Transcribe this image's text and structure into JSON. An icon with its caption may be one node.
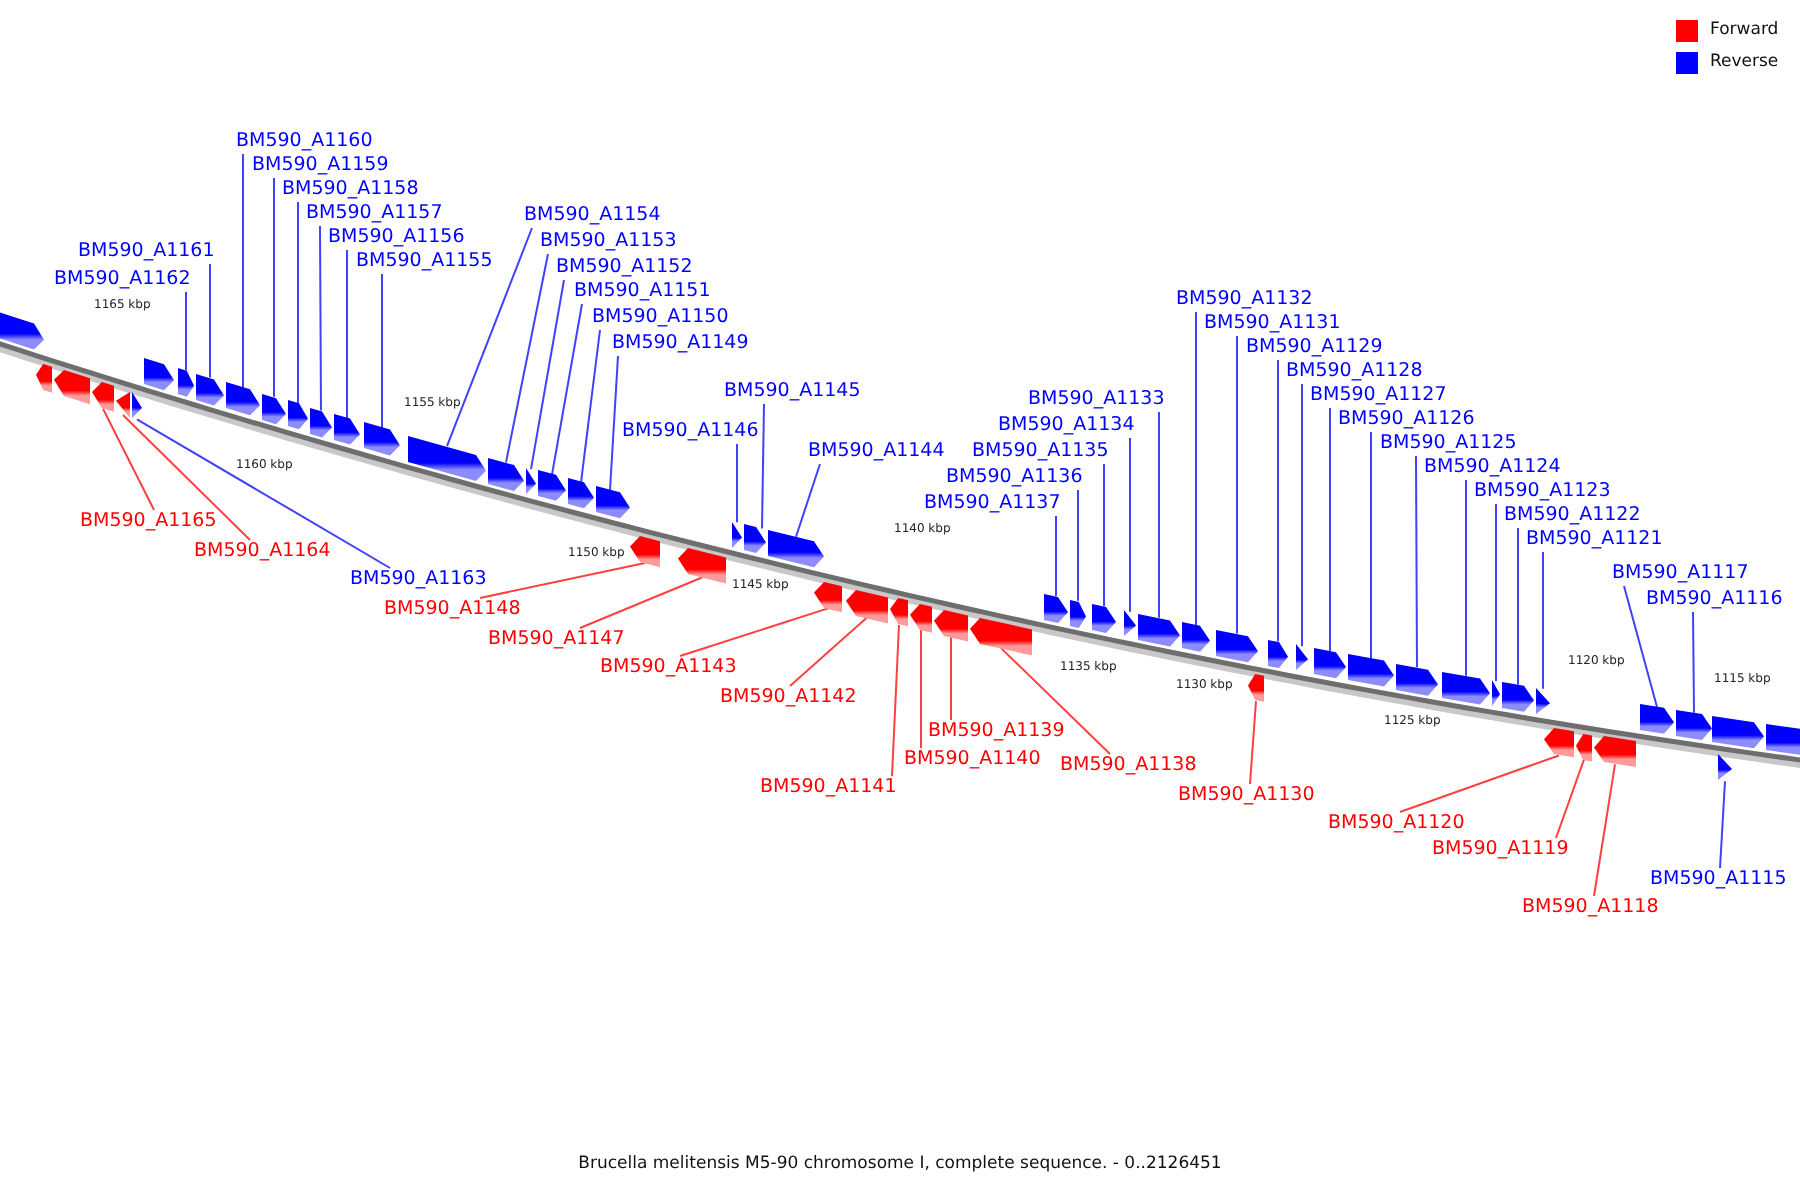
{
  "diagram": {
    "caption": "Brucella melitensis M5-90 chromosome I, complete sequence. - 0..2126451",
    "nodes": [
      {
        "text": [
          "BM590_A1165"
        ]
      },
      {
        "text": [],
        "shape": "arrow"
      },
      {
        "text": [
          "BM590_A1164"
        ]
      },
      {
        "text": [],
        "shape": "arrow"
      },
      {
        "text": [
          "BM590_A1163"
        ]
      },
      {
        "text": [],
        "shape": "arrow"
      },
      {
        "text": [
          "BM590_A1162"
        ]
      },
      {
        "text": [],
        "shape": "arrow"
      },
      {
        "text": [
          "BM590_A1161"
        ]
      },
      {
        "text": [],
        "shape": "arrow"
      },
      {
        "text": [
          "BM590_A1160"
        ]
      },
      {
        "text": [],
        "shape": "arrow"
      },
      {
        "text": [
          "BM590_A1159"
        ]
      },
      {
        "text": [],
        "shape": "arrow"
      },
      {
        "text": [
          "BM590_A1158"
        ]
      },
      {
        "text": [],
        "shape": "arrow"
      },
      {
        "text": [
          "BM590_A1157"
        ]
      },
      {
        "text": [],
        "shape": "arrow"
      },
      {
        "text": [
          "BM590_A1156"
        ]
      },
      {
        "text": [],
        "shape": "arrow"
      },
      {
        "text": [
          "BM590_A1155"
        ]
      },
      {
        "text": [],
        "shape": "arrow"
      },
      {
        "text": [
          "BM590_A1154"
        ]
      },
      {
        "text": [],
        "shape": "arrow"
      },
      {
        "text": [
          "BM590_A1153"
        ]
      },
      {
        "text": [],
        "shape": "arrow"
      },
      {
        "text": [
          "BM590_A1152"
        ]
      },
      {
        "text": [],
        "shape": "arrow"
      },
      {
        "text": [
          "BM590_A1151"
        ]
      },
      {
        "text": [],
        "shape": "arrow"
      },
      {
        "text": [
          "BM590_A1150"
        ]
      },
      {
        "text": [],
        "shape": "arrow"
      },
      {
        "text": [
          "BM590_A1149"
        ]
      },
      {
        "text": [],
        "shape": "arrow"
      },
      {
        "text": [
          "BM590_A1148"
        ]
      },
      {
        "text": [],
        "shape": "arrow"
      },
      {
        "text": [
          "BM590_A1147"
        ]
      },
      {
        "text": [],
        "shape": "arrow"
      },
      {
        "text": [
          "BM590_A1146"
        ]
      },
      {
        "text": [],
        "shape": "arrow"
      },
      {
        "text": [
          "BM590_A1145"
        ]
      },
      {
        "text": [],
        "shape": "arrow"
      },
      {
        "text": [
          "BM590_A1144"
        ]
      },
      {
        "text": [],
        "shape": "arrow"
      },
      {
        "text": [
          "BM590_A1143"
        ]
      },
      {
        "text": [],
        "shape": "arrow"
      },
      {
        "text": [
          "BM590_A1142"
        ]
      },
      {
        "text": [],
        "shape": "arrow"
      },
      {
        "text": [
          "BM590_A1141"
        ]
      },
      {
        "text": [],
        "shape": "arrow"
      },
      {
        "text": [
          "BM590_A1140"
        ]
      },
      {
        "text": [],
        "shape": "arrow"
      },
      {
        "text": [
          "BM590_A1139"
        ]
      },
      {
        "text": [],
        "shape": "arrow"
      },
      {
        "text": [
          "BM590_A1138"
        ]
      },
      {
        "text": [],
        "shape": "arrow"
      },
      {
        "text": [
          "BM590_A1137"
        ]
      },
      {
        "text": [],
        "shape": "arrow"
      },
      {
        "text": [
          "BM590_A1136"
        ]
      },
      {
        "text": [],
        "shape": "arrow"
      },
      {
        "text": [
          "BM590_A1135"
        ]
      },
      {
        "text": [],
        "shape": "arrow"
      },
      {
        "text": [
          "BM590_A1134"
        ]
      },
      {
        "text": [],
        "shape": "arrow"
      },
      {
        "text": [
          "BM590_A1133"
        ]
      },
      {
        "text": [],
        "shape": "arrow"
      },
      {
        "text": [
          "BM590_A1132"
        ]
      },
      {
        "text": [],
        "shape": "arrow"
      },
      {
        "text": [
          "BM590_A1131"
        ]
      },
      {
        "text": [],
        "shape": "arrow"
      },
      {
        "text": [
          "BM590_A1130"
        ]
      },
      {
        "text": [],
        "shape": "arrow"
      },
      {
        "text": [
          "BM590_A1129"
        ]
      },
      {
        "text": [],
        "shape": "arrow"
      },
      {
        "text": [
          "BM590_A1128"
        ]
      },
      {
        "text": [],
        "shape": "arrow"
      },
      {
        "text": [
          "BM590_A1127"
        ]
      },
      {
        "text": [],
        "shape": "arrow"
      },
      {
        "text": [
          "BM590_A1126"
        ]
      },
      {
        "text": [],
        "shape": "arrow"
      },
      {
        "text": [
          "BM590_A1125"
        ]
      },
      {
        "text": [],
        "shape": "arrow"
      },
      {
        "text": [
          "BM590_A1124"
        ]
      },
      {
        "text": [],
        "shape": "arrow"
      },
      {
        "text": [
          "BM590_A1123"
        ]
      },
      {
        "text": [],
        "shape": "arrow"
      },
      {
        "text": [
          "BM590_A1122"
        ]
      },
      {
        "text": [],
        "shape": "arrow"
      },
      {
        "text": [
          "BM590_A1121"
        ]
      },
      {
        "text": [],
        "shape": "arrow"
      },
      {
        "text": [
          "BM590_A1120"
        ]
      },
      {
        "text": [],
        "shape": "arrow"
      },
      {
        "text": [
          "BM590_A1119"
        ]
      },
      {
        "text": [],
        "shape": "arrow"
      },
      {
        "text": [
          "BM590_A1118"
        ]
      },
      {
        "text": [],
        "shape": "arrow"
      },
      {
        "text": [
          "BM590_A1117"
        ]
      },
      {
        "text": [],
        "shape": "arrow"
      },
      {
        "text": [
          "BM590_A1116"
        ]
      },
      {
        "text": [],
        "shape": "arrow"
      },
      {
        "text": [
          "BM590_A1115"
        ]
      },
      {
        "text": [],
        "shape": "arrow"
      },
      {
        "text": [],
        "shape": "arrow"
      },
      {
        "text": [],
        "shape": "arrow"
      },
      {
        "text": [],
        "shape": "arrow"
      },
      {
        "text": [],
        "shape": "arrow"
      },
      {
        "text": [],
        "shape": "arrow"
      },
      {
        "text": [],
        "shape": "arrow"
      }
    ],
    "edges": [
      {
        "from": 0,
        "to": 1,
        "arrow": "none",
        "color": "#ff0000"
      },
      {
        "from": 2,
        "to": 3,
        "arrow": "none",
        "color": "#ff0000"
      },
      {
        "from": 4,
        "to": 5,
        "arrow": "none"
      },
      {
        "from": 6,
        "to": 7,
        "arrow": "none"
      },
      {
        "from": 8,
        "to": 9,
        "arrow": "none"
      },
      {
        "from": 10,
        "to": 11,
        "arrow": "none"
      },
      {
        "from": 12,
        "to": 13,
        "arrow": "none"
      },
      {
        "from": 14,
        "to": 15,
        "arrow": "none"
      },
      {
        "from": 16,
        "to": 17,
        "arrow": "none"
      },
      {
        "from": 18,
        "to": 19,
        "arrow": "none"
      },
      {
        "from": 20,
        "to": 21,
        "arrow": "none"
      },
      {
        "from": 22,
        "to": 23,
        "arrow": "none"
      },
      {
        "from": 24,
        "to": 25,
        "arrow": "none"
      },
      {
        "from": 26,
        "to": 27,
        "arrow": "none"
      },
      {
        "from": 28,
        "to": 29,
        "arrow": "none"
      },
      {
        "from": 30,
        "to": 31,
        "arrow": "none"
      },
      {
        "from": 32,
        "to": 33,
        "arrow": "none"
      },
      {
        "from": 34,
        "to": 35,
        "arrow": "none",
        "color": "#ff0000"
      },
      {
        "from": 36,
        "to": 37,
        "arrow": "none",
        "color": "#ff0000"
      },
      {
        "from": 38,
        "to": 39,
        "arrow": "none"
      },
      {
        "from": 40,
        "to": 41,
        "arrow": "none"
      },
      {
        "from": 42,
        "to": 43,
        "arrow": "none"
      },
      {
        "from": 44,
        "to": 45,
        "arrow": "none",
        "color": "#ff0000"
      },
      {
        "from": 46,
        "to": 47,
        "arrow": "none",
        "color": "#ff0000"
      },
      {
        "from": 48,
        "to": 49,
        "arrow": "none",
        "color": "#ff0000"
      },
      {
        "from": 50,
        "to": 51,
        "arrow": "none",
        "color": "#ff0000"
      },
      {
        "from": 52,
        "to": 53,
        "arrow": "none",
        "color": "#ff0000"
      },
      {
        "from": 54,
        "to": 55,
        "arrow": "none",
        "color": "#ff0000"
      },
      {
        "from": 56,
        "to": 57,
        "arrow": "none"
      },
      {
        "from": 58,
        "to": 59,
        "arrow": "none"
      },
      {
        "from": 60,
        "to": 61,
        "arrow": "none"
      },
      {
        "from": 62,
        "to": 63,
        "arrow": "none"
      },
      {
        "from": 64,
        "to": 65,
        "arrow": "none"
      },
      {
        "from": 66,
        "to": 67,
        "arrow": "none"
      },
      {
        "from": 68,
        "to": 69,
        "arrow": "none"
      },
      {
        "from": 70,
        "to": 71,
        "arrow": "none",
        "color": "#ff0000"
      },
      {
        "from": 72,
        "to": 73,
        "arrow": "none"
      },
      {
        "from": 74,
        "to": 75,
        "arrow": "none"
      },
      {
        "from": 76,
        "to": 77,
        "arrow": "none"
      },
      {
        "from": 78,
        "to": 79,
        "arrow": "none"
      },
      {
        "from": 80,
        "to": 81,
        "arrow": "none"
      },
      {
        "from": 82,
        "to": 83,
        "arrow": "none"
      },
      {
        "from": 84,
        "to": 85,
        "arrow": "none"
      },
      {
        "from": 86,
        "to": 87,
        "arrow": "none"
      },
      {
        "from": 88,
        "to": 89,
        "arrow": "none"
      },
      {
        "from": 90,
        "to": 91,
        "arrow": "none",
        "color": "#ff0000"
      },
      {
        "from": 92,
        "to": 93,
        "arrow": "none",
        "color": "#ff0000"
      },
      {
        "from": 94,
        "to": 95,
        "arrow": "none",
        "color": "#ff0000"
      },
      {
        "from": 96,
        "to": 97,
        "arrow": "none"
      },
      {
        "from": 98,
        "to": 99,
        "arrow": "none"
      },
      {
        "from": 100,
        "to": 101,
        "arrow": "none"
      }
    ],
    "labels": [
      "1165 kbp",
      "1160 kbp",
      "1155 kbp",
      "1150 kbp",
      "1145 kbp",
      "1140 kbp",
      "1135 kbp",
      "1130 kbp",
      "1125 kbp",
      "1120 kbp",
      "1115 kbp"
    ],
    "legend": [
      {
        "text": "Forward",
        "color": "#ff0000"
      },
      {
        "text": "Reverse",
        "color": "#0000ff"
      }
    ]
  }
}
